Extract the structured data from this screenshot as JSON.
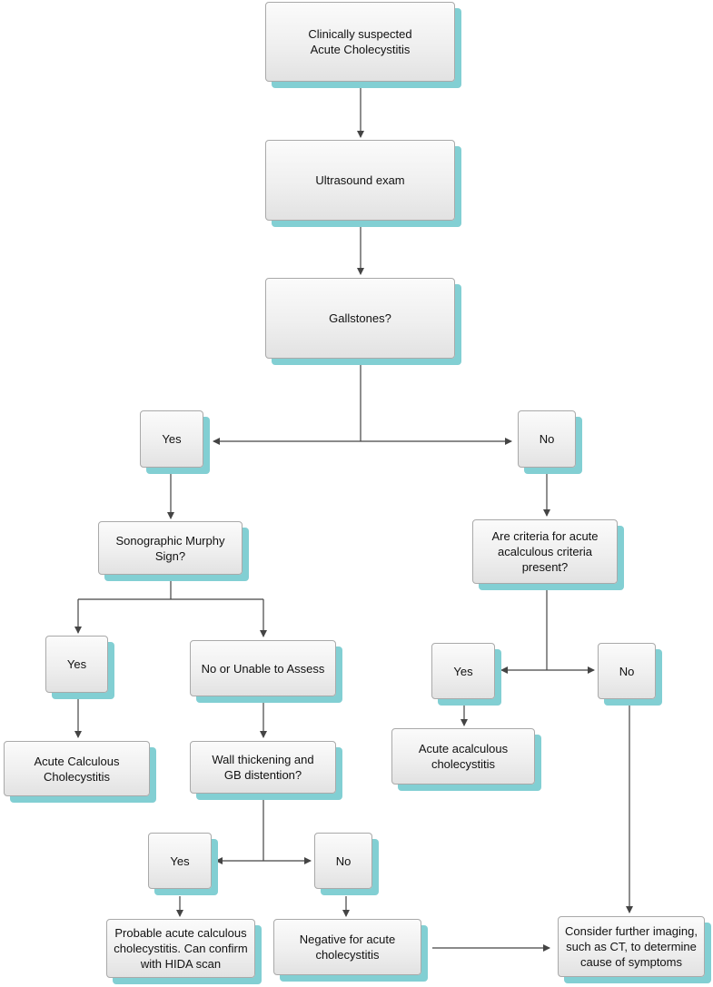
{
  "nodes": {
    "suspected": "Clinically suspected\nAcute Cholecystitis",
    "ultrasound": "Ultrasound exam",
    "gallstones": "Gallstones?",
    "yes_gallstones": "Yes",
    "no_gallstones": "No",
    "murphy": "Sonographic Murphy\nSign?",
    "criteria": "Are criteria for acute\nacalculous criteria\npresent?",
    "yes_murphy": "Yes",
    "unable_assess": "No or Unable to Assess",
    "yes_criteria": "Yes",
    "no_criteria": "No",
    "acute_calculous": "Acute Calculous\nCholecystitis",
    "wall_thickening": "Wall thickening and\nGB distention?",
    "acute_acalculous": "Acute acalculous\ncholecystitis",
    "yes_wall": "Yes",
    "no_wall": "No",
    "probable": "Probable acute calculous\ncholecystitis. Can confirm\nwith HIDA scan",
    "negative": "Negative for acute\ncholecystitis",
    "further_imaging": "Consider further imaging,\nsuch as CT, to determine\ncause of symptoms"
  },
  "colors": {
    "shadow": "#82cfd3",
    "border": "#a9a9a9",
    "line": "#444444"
  }
}
